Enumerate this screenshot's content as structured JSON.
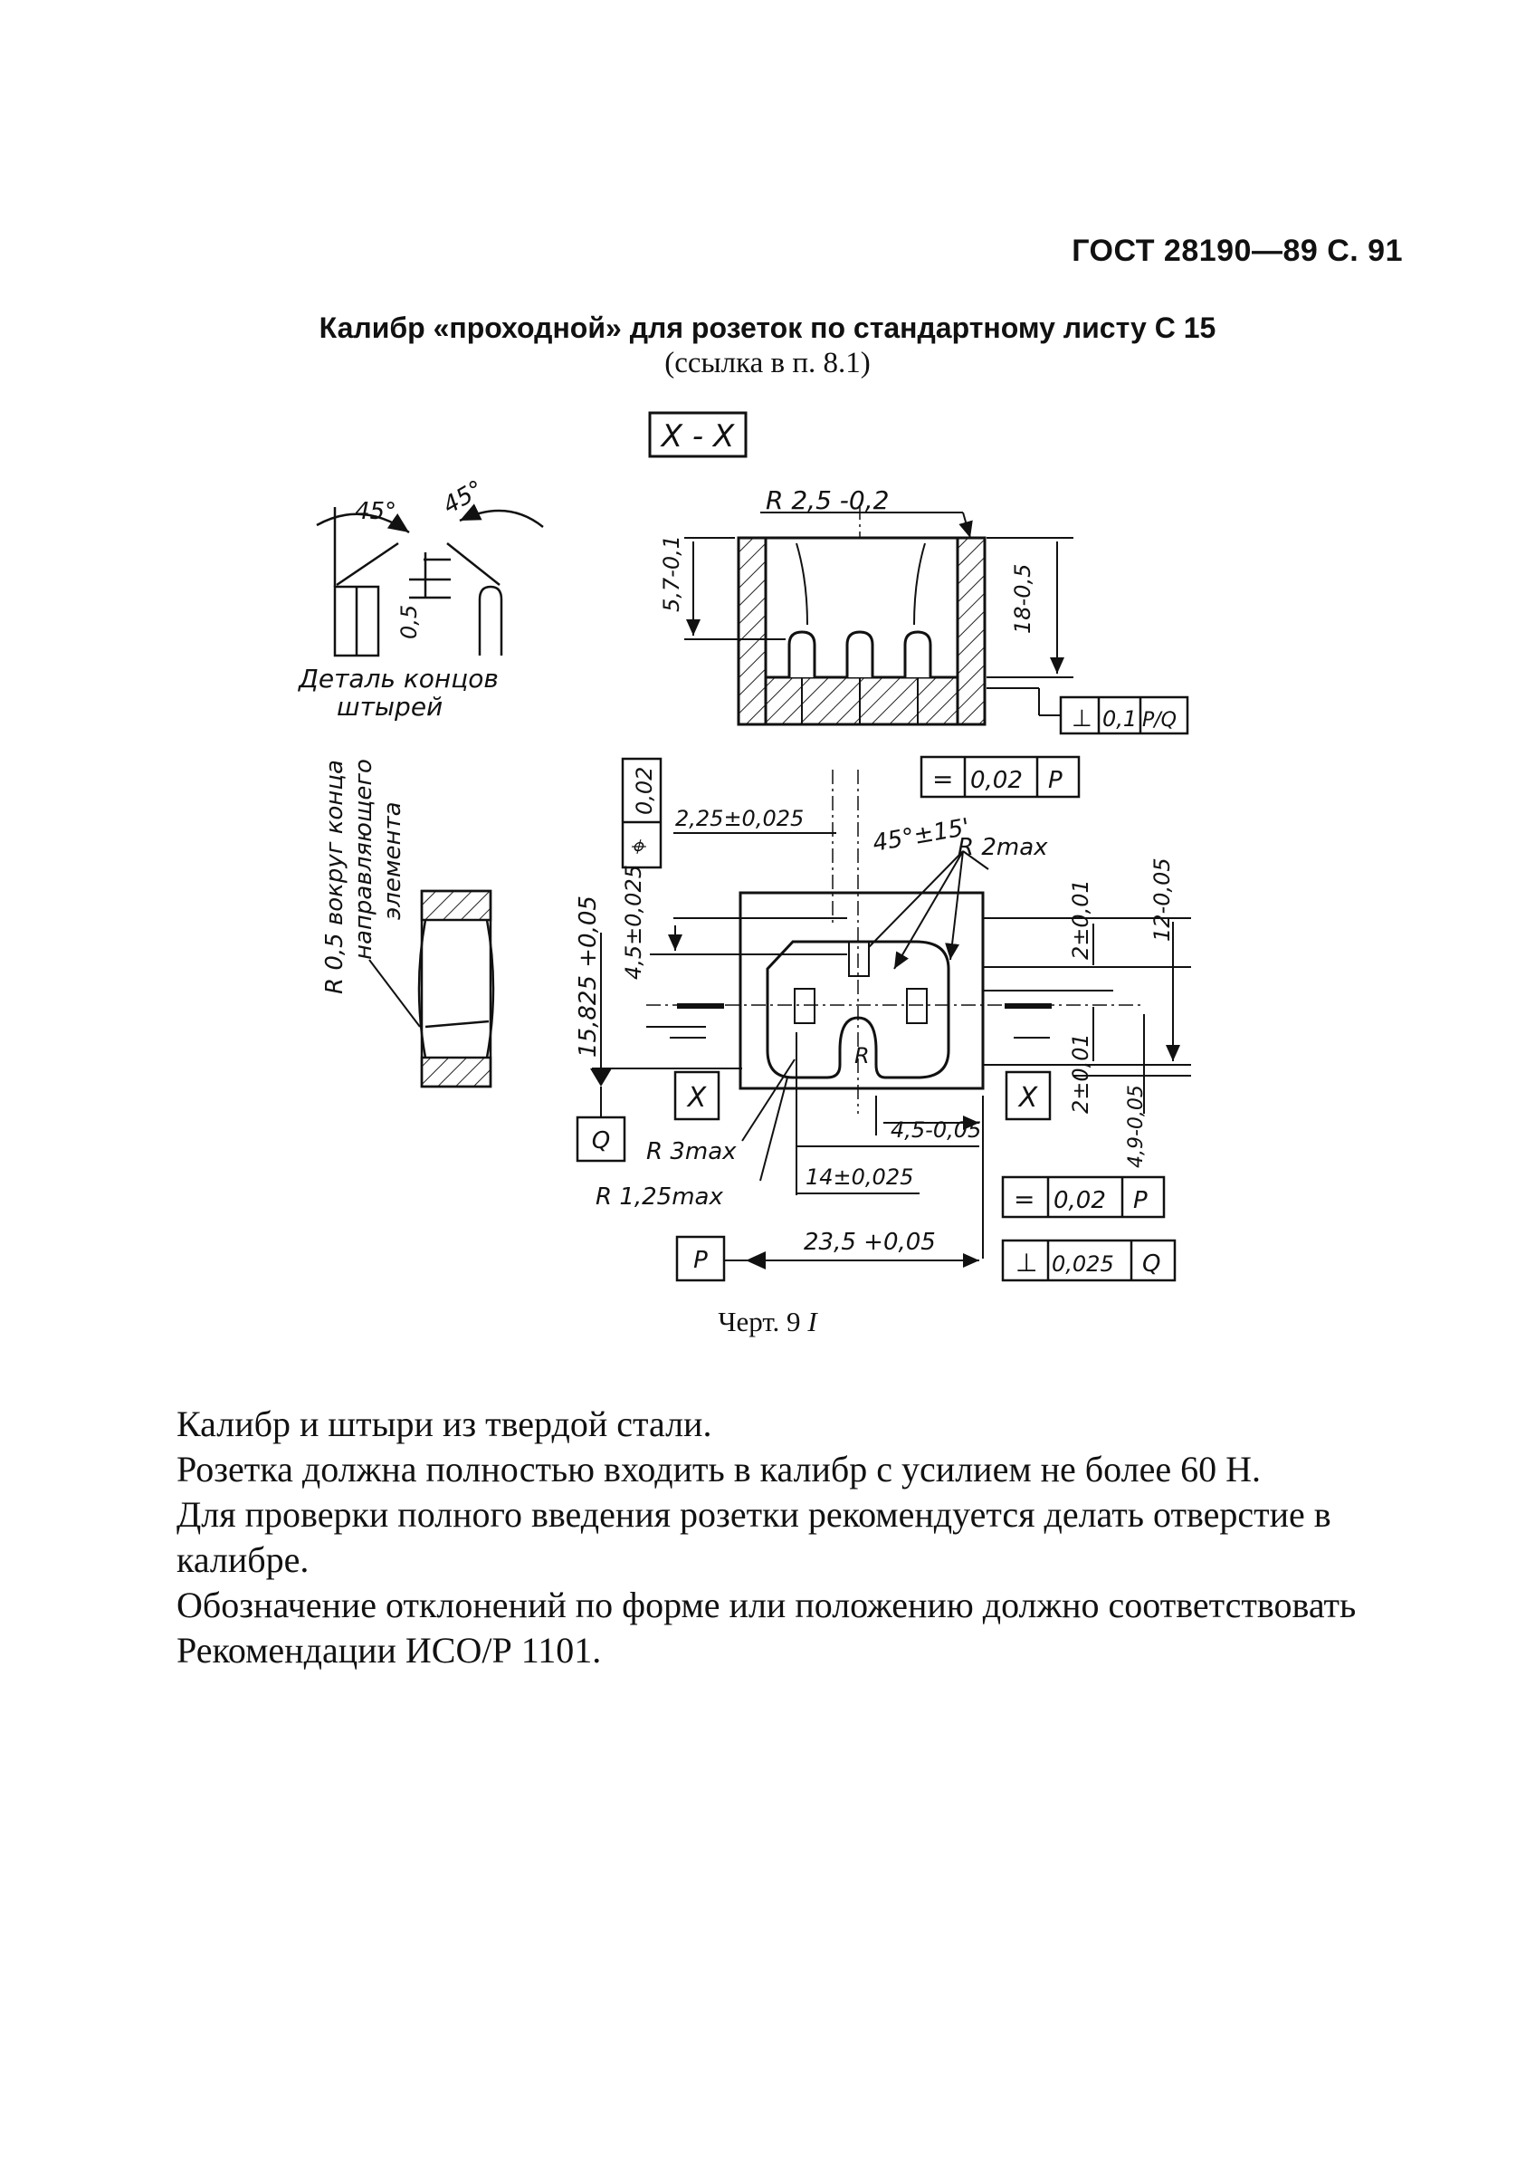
{
  "header": {
    "page_ref": "ГОСТ 28190—89 С. 91"
  },
  "title": {
    "main": "Калибр «проходной» для розеток по стандартному листу С 15",
    "reference": "(ссылка в п. 8.1)"
  },
  "drawing": {
    "section_label": "X - X",
    "detail_caption_line1": "Деталь концов",
    "detail_caption_line2": "штырей",
    "angle_left": "45°",
    "angle_right": "45°",
    "dim_pin_end": "0,5",
    "radius_note_line1": "R 0,5 вокруг конца",
    "radius_note_line2": "направляющего",
    "radius_note_line3": "элемента",
    "dim_R_top": "R  2,5 -0,2",
    "dim_5_7": "5,7-0,1",
    "dim_18": "18-0,5",
    "tol_perp_top": [
      "⊥",
      "0,1",
      "P/Q"
    ],
    "tol_sym_top": [
      "=",
      "0,02",
      "P"
    ],
    "tol_pos_left": [
      "⌖",
      "0,02"
    ],
    "dim_2_25": "2,25±0,025",
    "dim_angle": "45°±15'",
    "dim_R2max": "R  2max",
    "dim_4_5v": "4,5±0,025",
    "dim_15_825": "15,825 +0,05",
    "dim_2_top": "2±0,01",
    "dim_12": "12-0,05",
    "dim_2_bot": "2±0,01",
    "dim_4_9": "4,9-0,05",
    "datum_X": "X",
    "datum_Q": "Q",
    "datum_P": "P",
    "dim_R_inner": "R",
    "dim_4_5h": "4,5-0,05",
    "dim_R3max": "R  3max",
    "dim_14": "14±0,025",
    "dim_R1_25": "R  1,25max",
    "tol_sym_bot": [
      "=",
      "0,02",
      "P"
    ],
    "dim_23_5": "23,5 +0,05",
    "tol_perp_bot": [
      "⊥",
      "0,025",
      "Q"
    ]
  },
  "caption": {
    "label": "Черт. 9",
    "num": "I"
  },
  "body": {
    "p1": "Калибр и штыри из твердой стали.",
    "p2": "Розетка должна полностью входить в калибр с усилием не более 60 Н.",
    "p3": "Для проверки полного введения розетки рекомендуется делать отверстие в калибре.",
    "p4": "Обозначение отклонений по форме или положению должно соответствовать Рекомендации ИСО/Р 1101."
  }
}
